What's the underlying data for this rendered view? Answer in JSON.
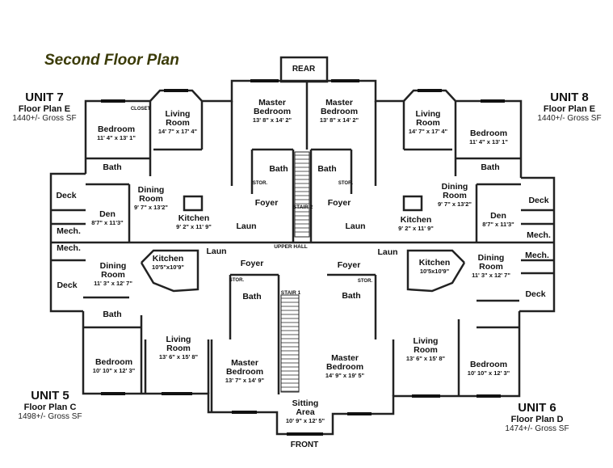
{
  "title": "Second Floor Plan",
  "labels": {
    "rear": "REAR",
    "front": "FRONT",
    "stair1": "STAIR 1",
    "stair2": "STAIR 2",
    "upper_hall": "UPPER HALL"
  },
  "sitting_area": {
    "name": "Sitting Area",
    "dims": "10' 9\" x 12' 5\""
  },
  "units": {
    "unit7": {
      "title": "UNIT 7",
      "plan": "Floor Plan E",
      "area": "1440+/- Gross SF",
      "rooms": [
        {
          "name": "Master Bedroom",
          "dims": "13' 8\" x 14' 2\""
        },
        {
          "name": "Living Room",
          "dims": "14' 7\" x 17' 4\""
        },
        {
          "name": "Bedroom",
          "dims": "11' 4\" x 13' 1\""
        },
        {
          "name": "Bath"
        },
        {
          "name": "Dining Room",
          "dims": "9' 7\" x 13'2\""
        },
        {
          "name": "Den",
          "dims": "8'7\" x 11'3\""
        },
        {
          "name": "Kitchen",
          "dims": "9' 2\" x 11' 9\""
        },
        {
          "name": "Foyer"
        },
        {
          "name": "Laun"
        },
        {
          "name": "Bath"
        },
        {
          "name": "Deck"
        },
        {
          "name": "Mech."
        },
        {
          "name": "STOR."
        },
        {
          "name": "CLOSET"
        }
      ]
    },
    "unit8": {
      "title": "UNIT 8",
      "plan": "Floor Plan E",
      "area": "1440+/- Gross SF",
      "rooms": [
        {
          "name": "Master Bedroom",
          "dims": "13' 8\" x 14' 2\""
        },
        {
          "name": "Living Room",
          "dims": "14' 7\" x 17' 4\""
        },
        {
          "name": "Bedroom",
          "dims": "11' 4\" x 13' 1\""
        },
        {
          "name": "Bath"
        },
        {
          "name": "Dining Room",
          "dims": "9' 7\" x 13'2\""
        },
        {
          "name": "Den",
          "dims": "8'7\" x 11'3\""
        },
        {
          "name": "Kitchen",
          "dims": "9' 2\" x 11' 9\""
        },
        {
          "name": "Foyer"
        },
        {
          "name": "Laun"
        },
        {
          "name": "Bath"
        },
        {
          "name": "Deck"
        },
        {
          "name": "Mech."
        },
        {
          "name": "STOR."
        }
      ]
    },
    "unit5": {
      "title": "UNIT 5",
      "plan": "Floor Plan C",
      "area": "1498+/- Gross SF",
      "rooms": [
        {
          "name": "Dining Room",
          "dims": "11' 3\" x 12' 7\""
        },
        {
          "name": "Kitchen",
          "dims": "10'5\"x10'9\""
        },
        {
          "name": "Laun"
        },
        {
          "name": "Foyer"
        },
        {
          "name": "Bath"
        },
        {
          "name": "Bedroom",
          "dims": "10' 10\" x 12' 3\""
        },
        {
          "name": "Living Room",
          "dims": "13' 6\" x 15' 8\""
        },
        {
          "name": "Master Bedroom",
          "dims": "13' 7\" x 14' 9\""
        },
        {
          "name": "Bath"
        },
        {
          "name": "Deck"
        },
        {
          "name": "Mech."
        },
        {
          "name": "STOR."
        }
      ]
    },
    "unit6": {
      "title": "UNIT 6",
      "plan": "Floor Plan D",
      "area": "1474+/- Gross SF",
      "rooms": [
        {
          "name": "Laun"
        },
        {
          "name": "Foyer"
        },
        {
          "name": "Kitchen",
          "dims": "10'5x10'9\""
        },
        {
          "name": "Dining Room",
          "dims": "11' 3\" x 12' 7\""
        },
        {
          "name": "Mech."
        },
        {
          "name": "Deck"
        },
        {
          "name": "Bath"
        },
        {
          "name": "Living Room",
          "dims": "13' 6\" x 15' 8\""
        },
        {
          "name": "Master Bedroom",
          "dims": "14' 9\" x 19' 5\""
        },
        {
          "name": "Bedroom",
          "dims": "10' 10\" x 12' 3\""
        },
        {
          "name": "STOR."
        }
      ]
    }
  },
  "colors": {
    "title": "#3b3b08",
    "walls": "#222222",
    "windows": "#111111"
  }
}
